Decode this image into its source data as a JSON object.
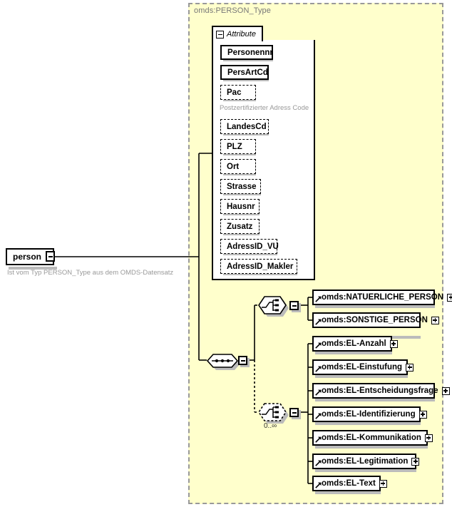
{
  "diagram": {
    "kind": "xsd-schema-diagram",
    "background_color": "#ffffcc",
    "type_region_label": "omds:PERSON_Type",
    "root_element": {
      "name": "person",
      "toggle": "minus-icon",
      "annotation": "Ist vom Typ PERSON_Type aus dem OMDS-Datensatz"
    },
    "attribute_panel": {
      "tab_label": "Attribute",
      "tab_toggle": "minus-icon",
      "attributes": [
        {
          "name": "Personennr",
          "use": "required",
          "annotation": ""
        },
        {
          "name": "PersArtCd",
          "use": "required",
          "annotation": ""
        },
        {
          "name": "Pac",
          "use": "optional",
          "annotation": "Postzertifizierter Adress Code"
        },
        {
          "name": "LandesCd",
          "use": "optional",
          "annotation": ""
        },
        {
          "name": "PLZ",
          "use": "optional",
          "annotation": ""
        },
        {
          "name": "Ort",
          "use": "optional",
          "annotation": ""
        },
        {
          "name": "Strasse",
          "use": "optional",
          "annotation": ""
        },
        {
          "name": "Hausnr",
          "use": "optional",
          "annotation": ""
        },
        {
          "name": "Zusatz",
          "use": "optional",
          "annotation": ""
        },
        {
          "name": "AdressID_VU",
          "use": "optional",
          "annotation": ""
        },
        {
          "name": "AdressID_Makler",
          "use": "optional",
          "annotation": ""
        }
      ]
    },
    "compositors": [
      {
        "id": "sequence-root",
        "type": "sequence",
        "style": "solid",
        "cardinality": ""
      },
      {
        "id": "choice-person",
        "type": "choice",
        "style": "solid",
        "cardinality": ""
      },
      {
        "id": "choice-el",
        "type": "choice",
        "style": "dashed",
        "cardinality": "0..∞"
      }
    ],
    "choice_person_refs": [
      {
        "name": "omds:NATUERLICHE_PERSON",
        "toggle": "plus-icon",
        "kind": "group-reference"
      },
      {
        "name": "omds:SONSTIGE_PERSON",
        "toggle": "plus-icon",
        "kind": "group-reference"
      }
    ],
    "choice_el_refs": [
      {
        "name": "omds:EL-Anzahl",
        "toggle": "plus-icon",
        "kind": "group-reference"
      },
      {
        "name": "omds:EL-Einstufung",
        "toggle": "plus-icon",
        "kind": "group-reference"
      },
      {
        "name": "omds:EL-Entscheidungsfrage",
        "toggle": "plus-icon",
        "kind": "group-reference"
      },
      {
        "name": "omds:EL-Identifizierung",
        "toggle": "plus-icon",
        "kind": "group-reference"
      },
      {
        "name": "omds:EL-Kommunikation",
        "toggle": "plus-icon",
        "kind": "group-reference"
      },
      {
        "name": "omds:EL-Legitimation",
        "toggle": "plus-icon",
        "kind": "group-reference"
      },
      {
        "name": "omds:EL-Text",
        "toggle": "plus-icon",
        "kind": "group-reference"
      }
    ]
  }
}
